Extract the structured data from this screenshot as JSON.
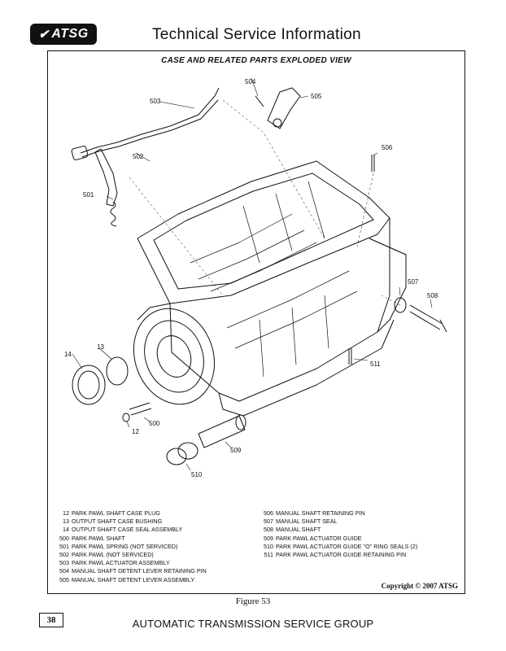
{
  "header": {
    "logo_text": "ATSG",
    "title": "Technical Service Information"
  },
  "figure": {
    "title": "CASE AND RELATED PARTS EXPLODED VIEW",
    "caption": "Figure 53",
    "copyright": "Copyright © 2007 ATSG"
  },
  "callouts": [
    "504",
    "505",
    "503",
    "502",
    "501",
    "506",
    "507",
    "508",
    "511",
    "14",
    "13",
    "500",
    "12",
    "509",
    "510"
  ],
  "legend_left": [
    {
      "num": "12",
      "text": "PARK PAWL SHAFT CASE PLUG"
    },
    {
      "num": "13",
      "text": "OUTPUT SHAFT CASE BUSHING"
    },
    {
      "num": "14",
      "text": "OUTPUT SHAFT CASE SEAL ASSEMBLY"
    },
    {
      "num": "500",
      "text": "PARK PAWL SHAFT"
    },
    {
      "num": "501",
      "text": "PARK PAWL SPRING  (NOT SERVICED)"
    },
    {
      "num": "502",
      "text": "PARK PAWL  (NOT SERVICED)"
    },
    {
      "num": "503",
      "text": "PARK PAWL ACTUATOR ASSEMBLY"
    },
    {
      "num": "504",
      "text": "MANUAL SHAFT DETENT LEVER RETAINING PIN"
    },
    {
      "num": "505",
      "text": "MANUAL SHAFT DETENT LEVER ASSEMBLY"
    }
  ],
  "legend_right": [
    {
      "num": "506",
      "text": "MANUAL SHAFT RETAINING PIN"
    },
    {
      "num": "507",
      "text": "MANUAL SHAFT SEAL"
    },
    {
      "num": "508",
      "text": "MANUAL SHAFT"
    },
    {
      "num": "509",
      "text": "PARK PAWL ACTUATOR GUIDE"
    },
    {
      "num": "510",
      "text": "PARK PAWL ACTUATOR GUIDE \"O\" RING SEALS  (2)"
    },
    {
      "num": "511",
      "text": "PARK PAWL ACTUATOR GUIDE RETAINING PIN"
    }
  ],
  "footer": {
    "page_number": "38",
    "org": "AUTOMATIC TRANSMISSION SERVICE GROUP"
  }
}
